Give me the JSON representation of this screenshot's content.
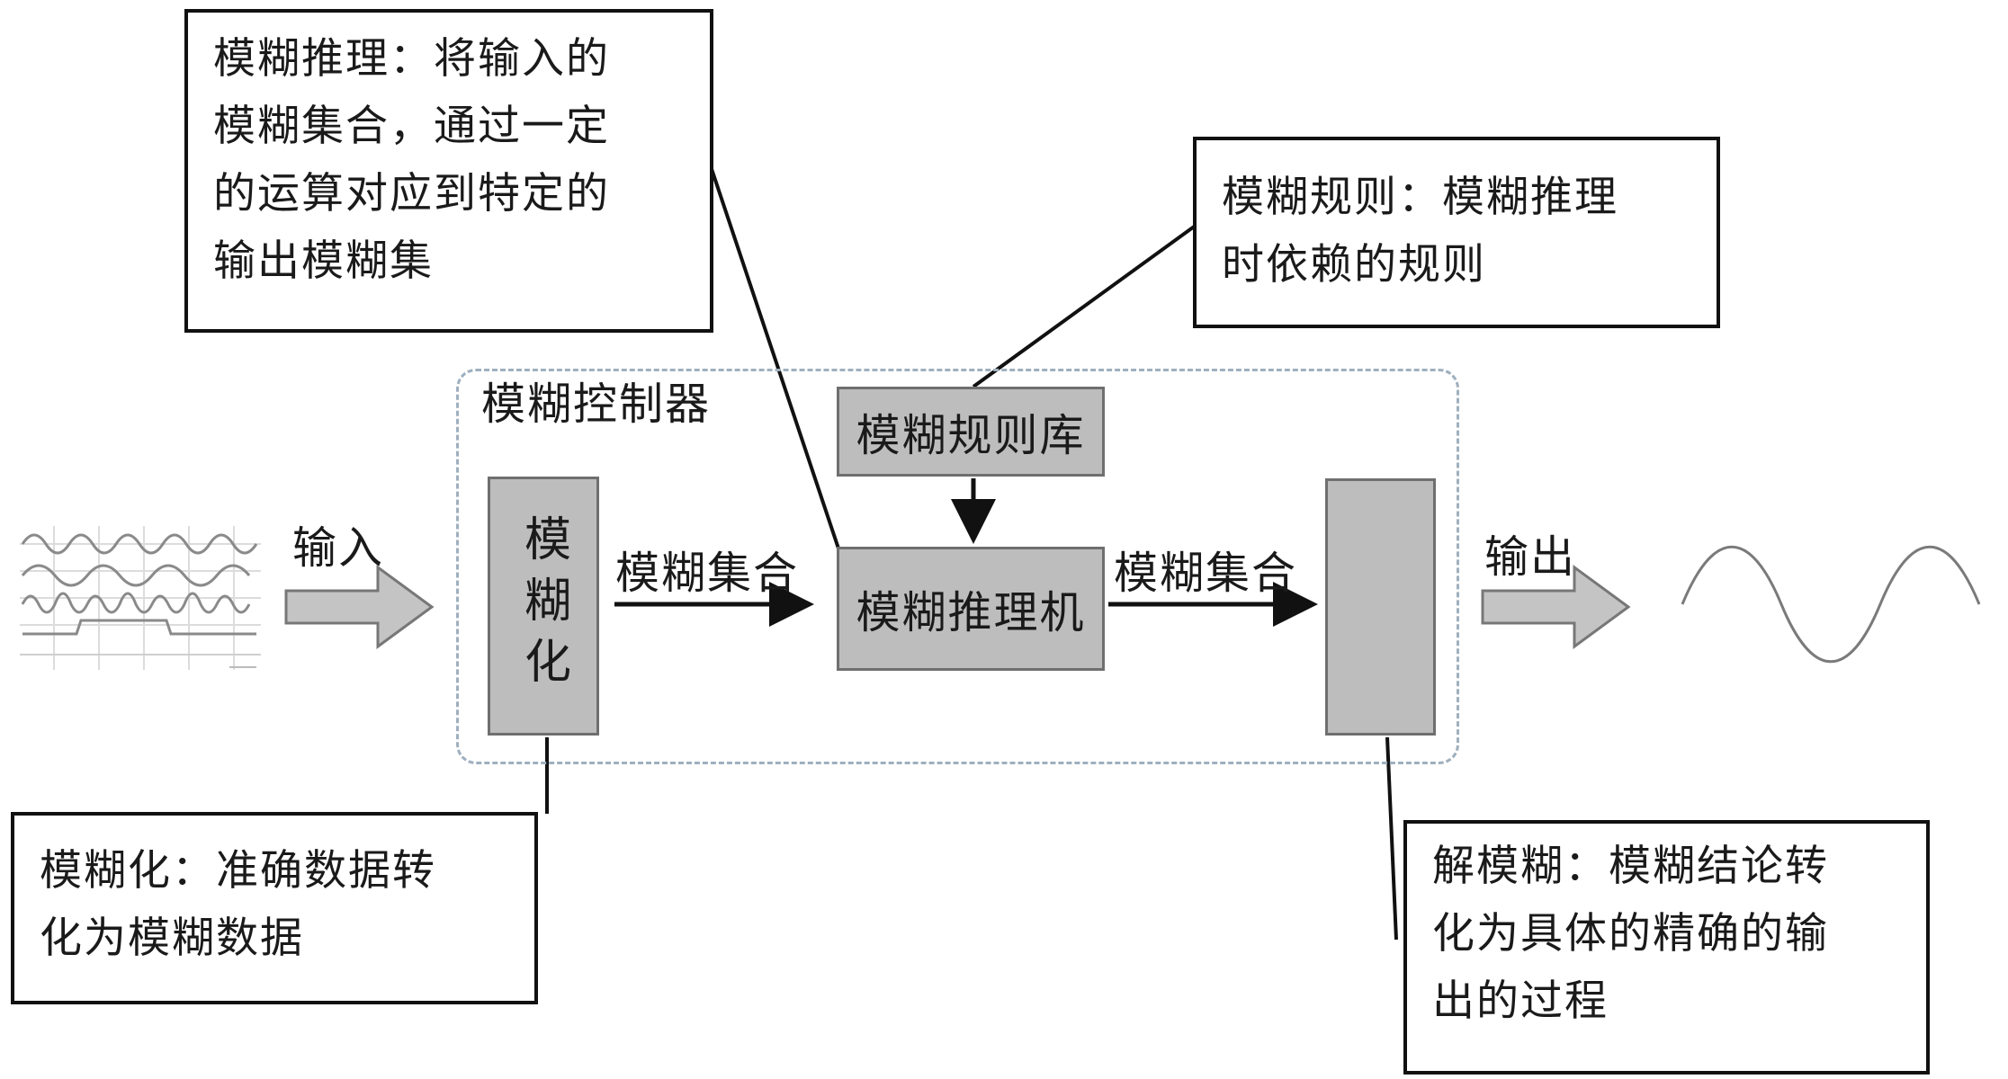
{
  "notes": {
    "inference": [
      "模糊推理：将输入的",
      "模糊集合，通过一定",
      "的运算对应到特定的",
      "输出模糊集"
    ],
    "rules": [
      "模糊规则：模糊推理",
      "时依赖的规则"
    ],
    "fuzzify": [
      "模糊化：准确数据转",
      "化为模糊数据"
    ],
    "defuzzify": [
      "解模糊：模糊结论转",
      "化为具体的精确的输",
      "出的过程"
    ]
  },
  "controller": {
    "title": "模糊控制器",
    "fuzzify_block": "模糊化",
    "rule_base": "模糊规则库",
    "engine": "模糊推理机"
  },
  "arrows": {
    "input": "输入",
    "fuzzy_set_1": "模糊集合",
    "fuzzy_set_2": "模糊集合",
    "output": "输出"
  }
}
